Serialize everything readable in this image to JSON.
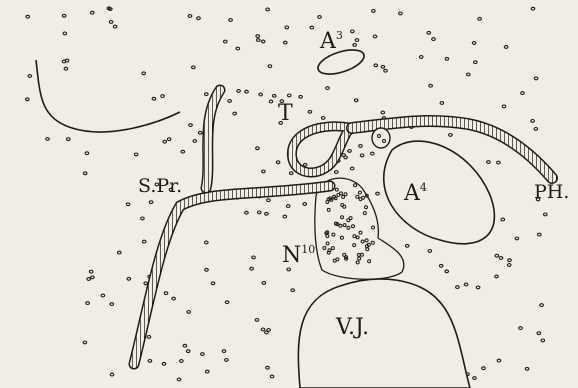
{
  "labels": {
    "a3": "A",
    "a3_sup": "3",
    "t": "T",
    "spr": "S.Pr.",
    "a4": "A",
    "a4_sup": "4",
    "ph": "PH.",
    "n10": "N",
    "n10_sup": "10",
    "vj": "V.J."
  },
  "colors": {
    "paper": "#efede4",
    "ink": "#1e1c18"
  }
}
